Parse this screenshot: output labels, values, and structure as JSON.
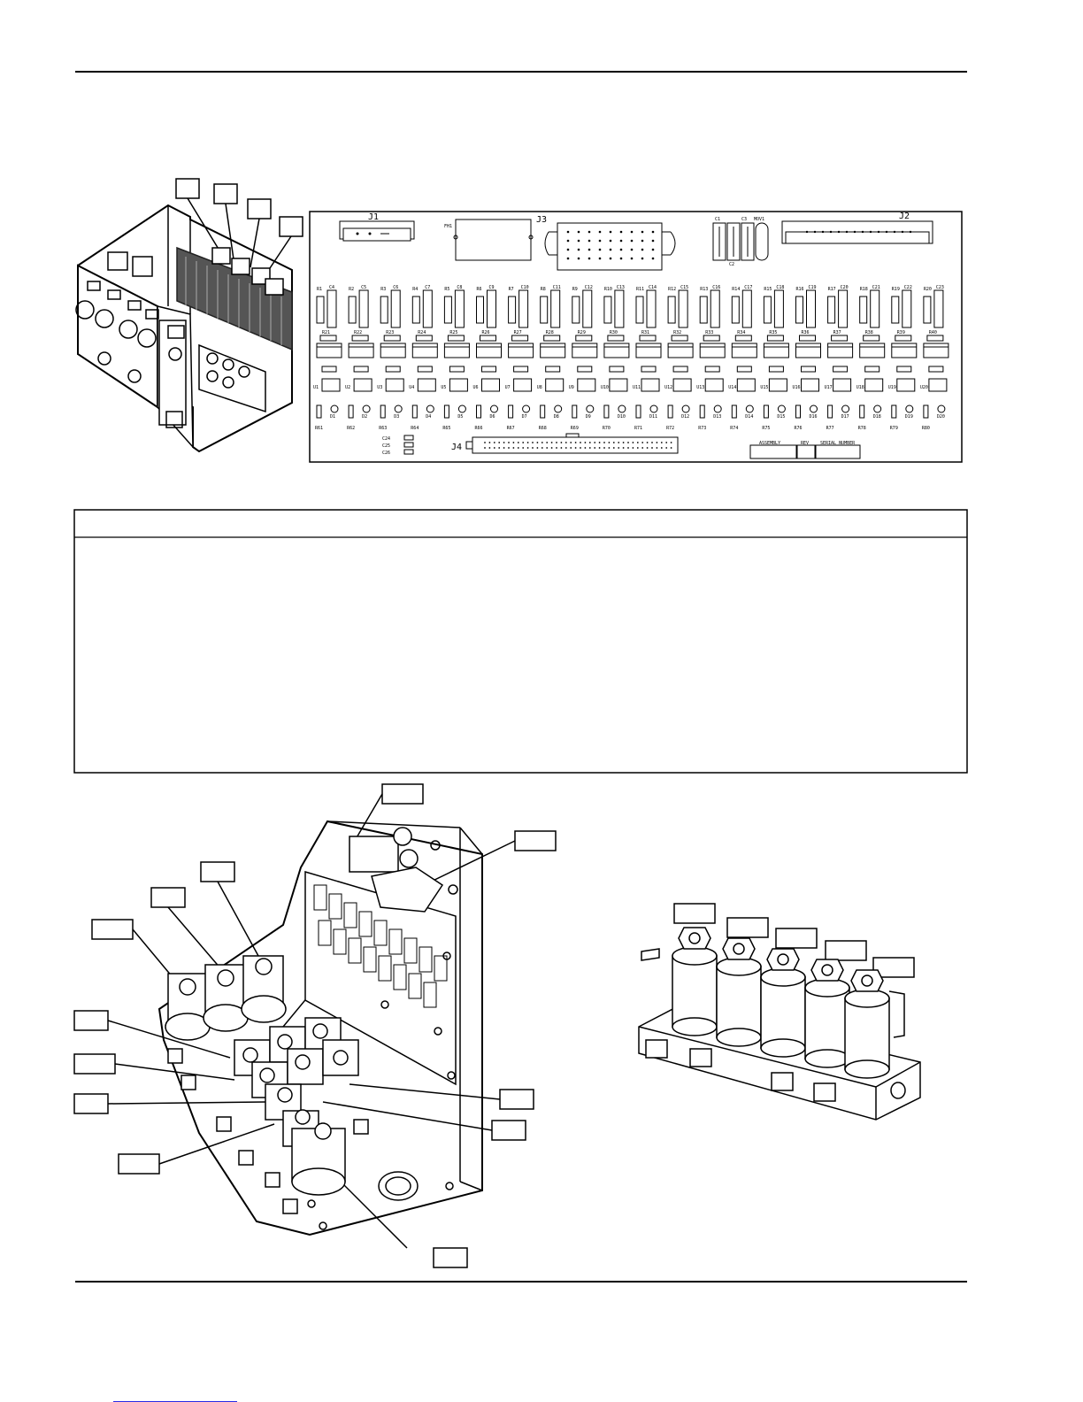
{
  "pcb": {
    "connectors": {
      "j1": "J1",
      "j2": "J2",
      "j3": "J3",
      "j4": "J4",
      "fh1": "FH1",
      "mov1": "MOV1"
    },
    "caps_top": {
      "c1": "C1",
      "c2": "C2",
      "c3": "C3"
    },
    "caps_side": [
      "C24",
      "C25",
      "C26"
    ],
    "title_block": {
      "assembly": "ASSEMBLY",
      "rev": "REV",
      "serial": "SERIAL NUMBER"
    },
    "row1": [
      [
        "R1",
        "C4"
      ],
      [
        "R2",
        "C5"
      ],
      [
        "R3",
        "C6"
      ],
      [
        "R4",
        "C7"
      ],
      [
        "R5",
        "C8"
      ],
      [
        "R6",
        "C9"
      ],
      [
        "R7",
        "C10"
      ],
      [
        "R8",
        "C11"
      ],
      [
        "R9",
        "C12"
      ],
      [
        "R10",
        "C13"
      ],
      [
        "R11",
        "C14"
      ],
      [
        "R12",
        "C15"
      ],
      [
        "R13",
        "C16"
      ],
      [
        "R14",
        "C17"
      ],
      [
        "R15",
        "C18"
      ],
      [
        "R16",
        "C19"
      ],
      [
        "R17",
        "C20"
      ],
      [
        "R18",
        "C21"
      ],
      [
        "R19",
        "C22"
      ],
      [
        "R20",
        "C23"
      ]
    ],
    "row2": [
      "R21",
      "R22",
      "R23",
      "R24",
      "R25",
      "R26",
      "R27",
      "R28",
      "R29",
      "R30",
      "R31",
      "R32",
      "R33",
      "R34",
      "R35",
      "R36",
      "R37",
      "R38",
      "R39",
      "R40"
    ],
    "row_u": [
      "U1",
      "U2",
      "U3",
      "U4",
      "U5",
      "U6",
      "U7",
      "U8",
      "U9",
      "U10",
      "U11",
      "U12",
      "U13",
      "U14",
      "U15",
      "U16",
      "U17",
      "U18",
      "U19",
      "U20"
    ],
    "row_d": [
      "D1",
      "D2",
      "D3",
      "D4",
      "D5",
      "D6",
      "D7",
      "D8",
      "D9",
      "D10",
      "D11",
      "D12",
      "D13",
      "D14",
      "D15",
      "D16",
      "D17",
      "D18",
      "D19",
      "D20"
    ],
    "row_r": [
      "R61",
      "R62",
      "R63",
      "R64",
      "R65",
      "R66",
      "R67",
      "R68",
      "R69",
      "R70",
      "R71",
      "R72",
      "R73",
      "R74",
      "R75",
      "R76",
      "R77",
      "R78",
      "R79",
      "R80"
    ]
  }
}
